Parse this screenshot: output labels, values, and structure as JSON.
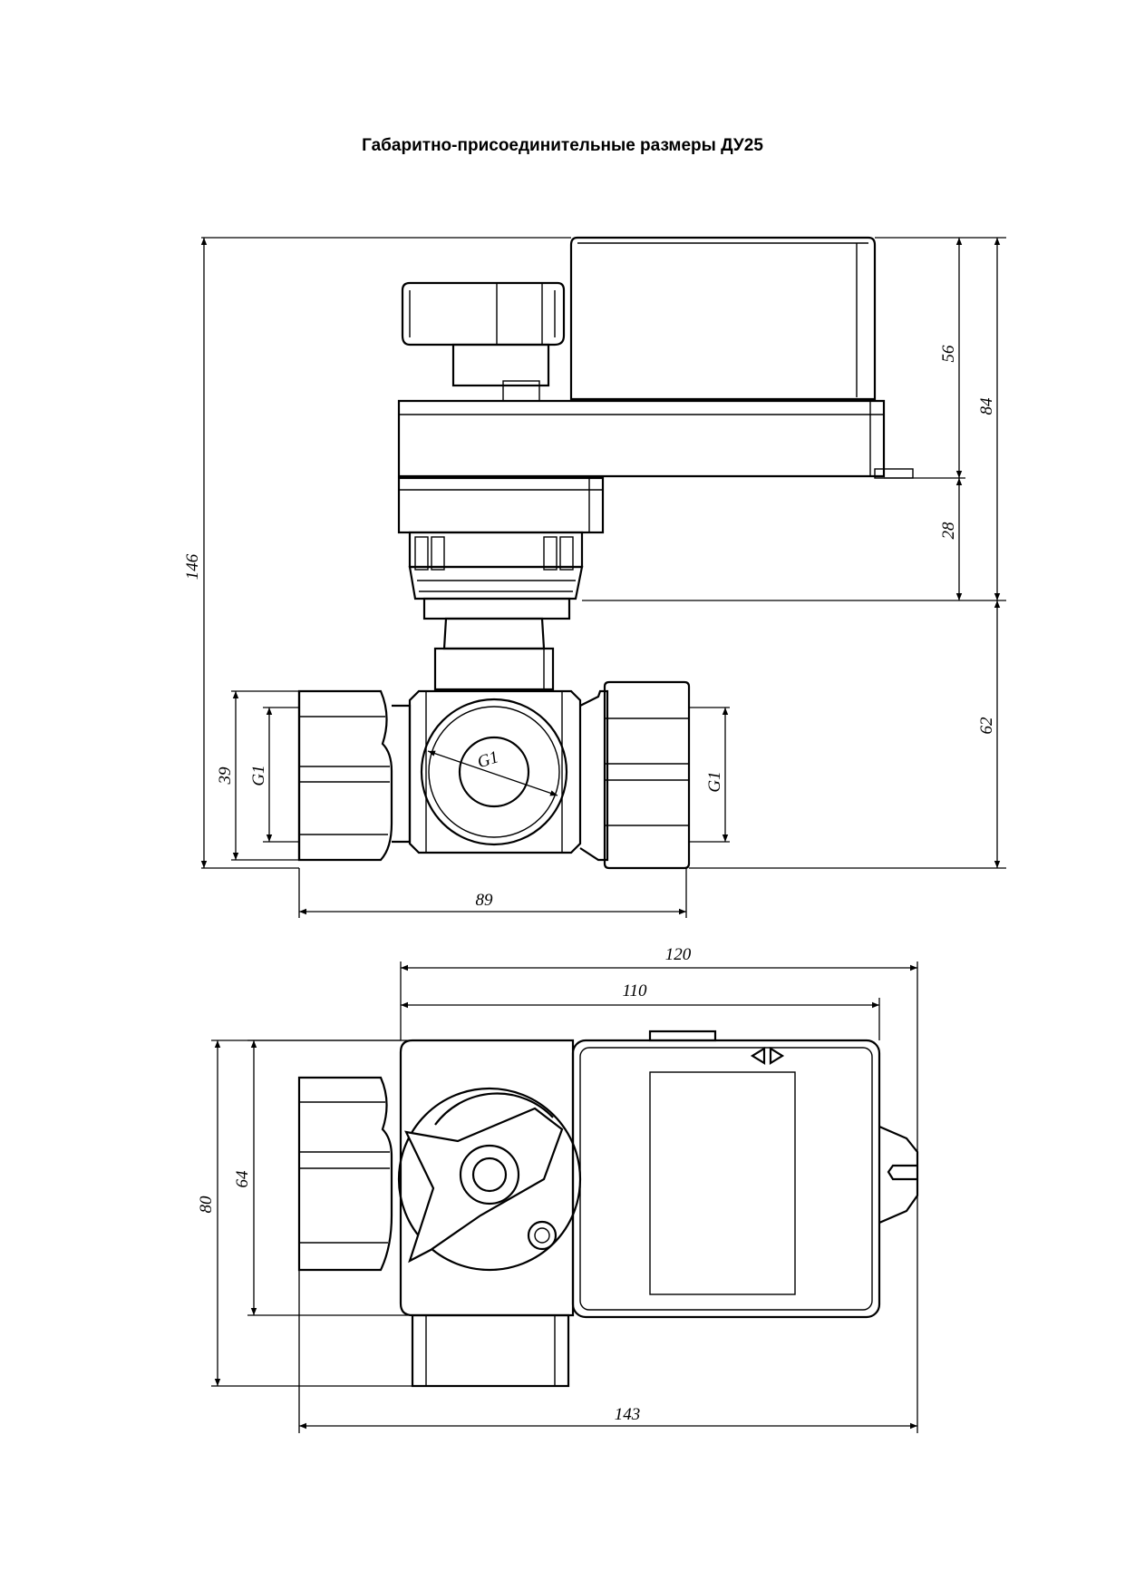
{
  "title": "Габаритно-присоединительные размеры ДУ25",
  "dimensions": {
    "d146": "146",
    "d56": "56",
    "d84": "84",
    "d28": "28",
    "d62": "62",
    "d39": "39",
    "g1_left": "G1",
    "g1_center": "G1",
    "g1_right": "G1",
    "d89": "89",
    "d120": "120",
    "d110": "110",
    "d80": "80",
    "d64": "64",
    "d143": "143"
  }
}
